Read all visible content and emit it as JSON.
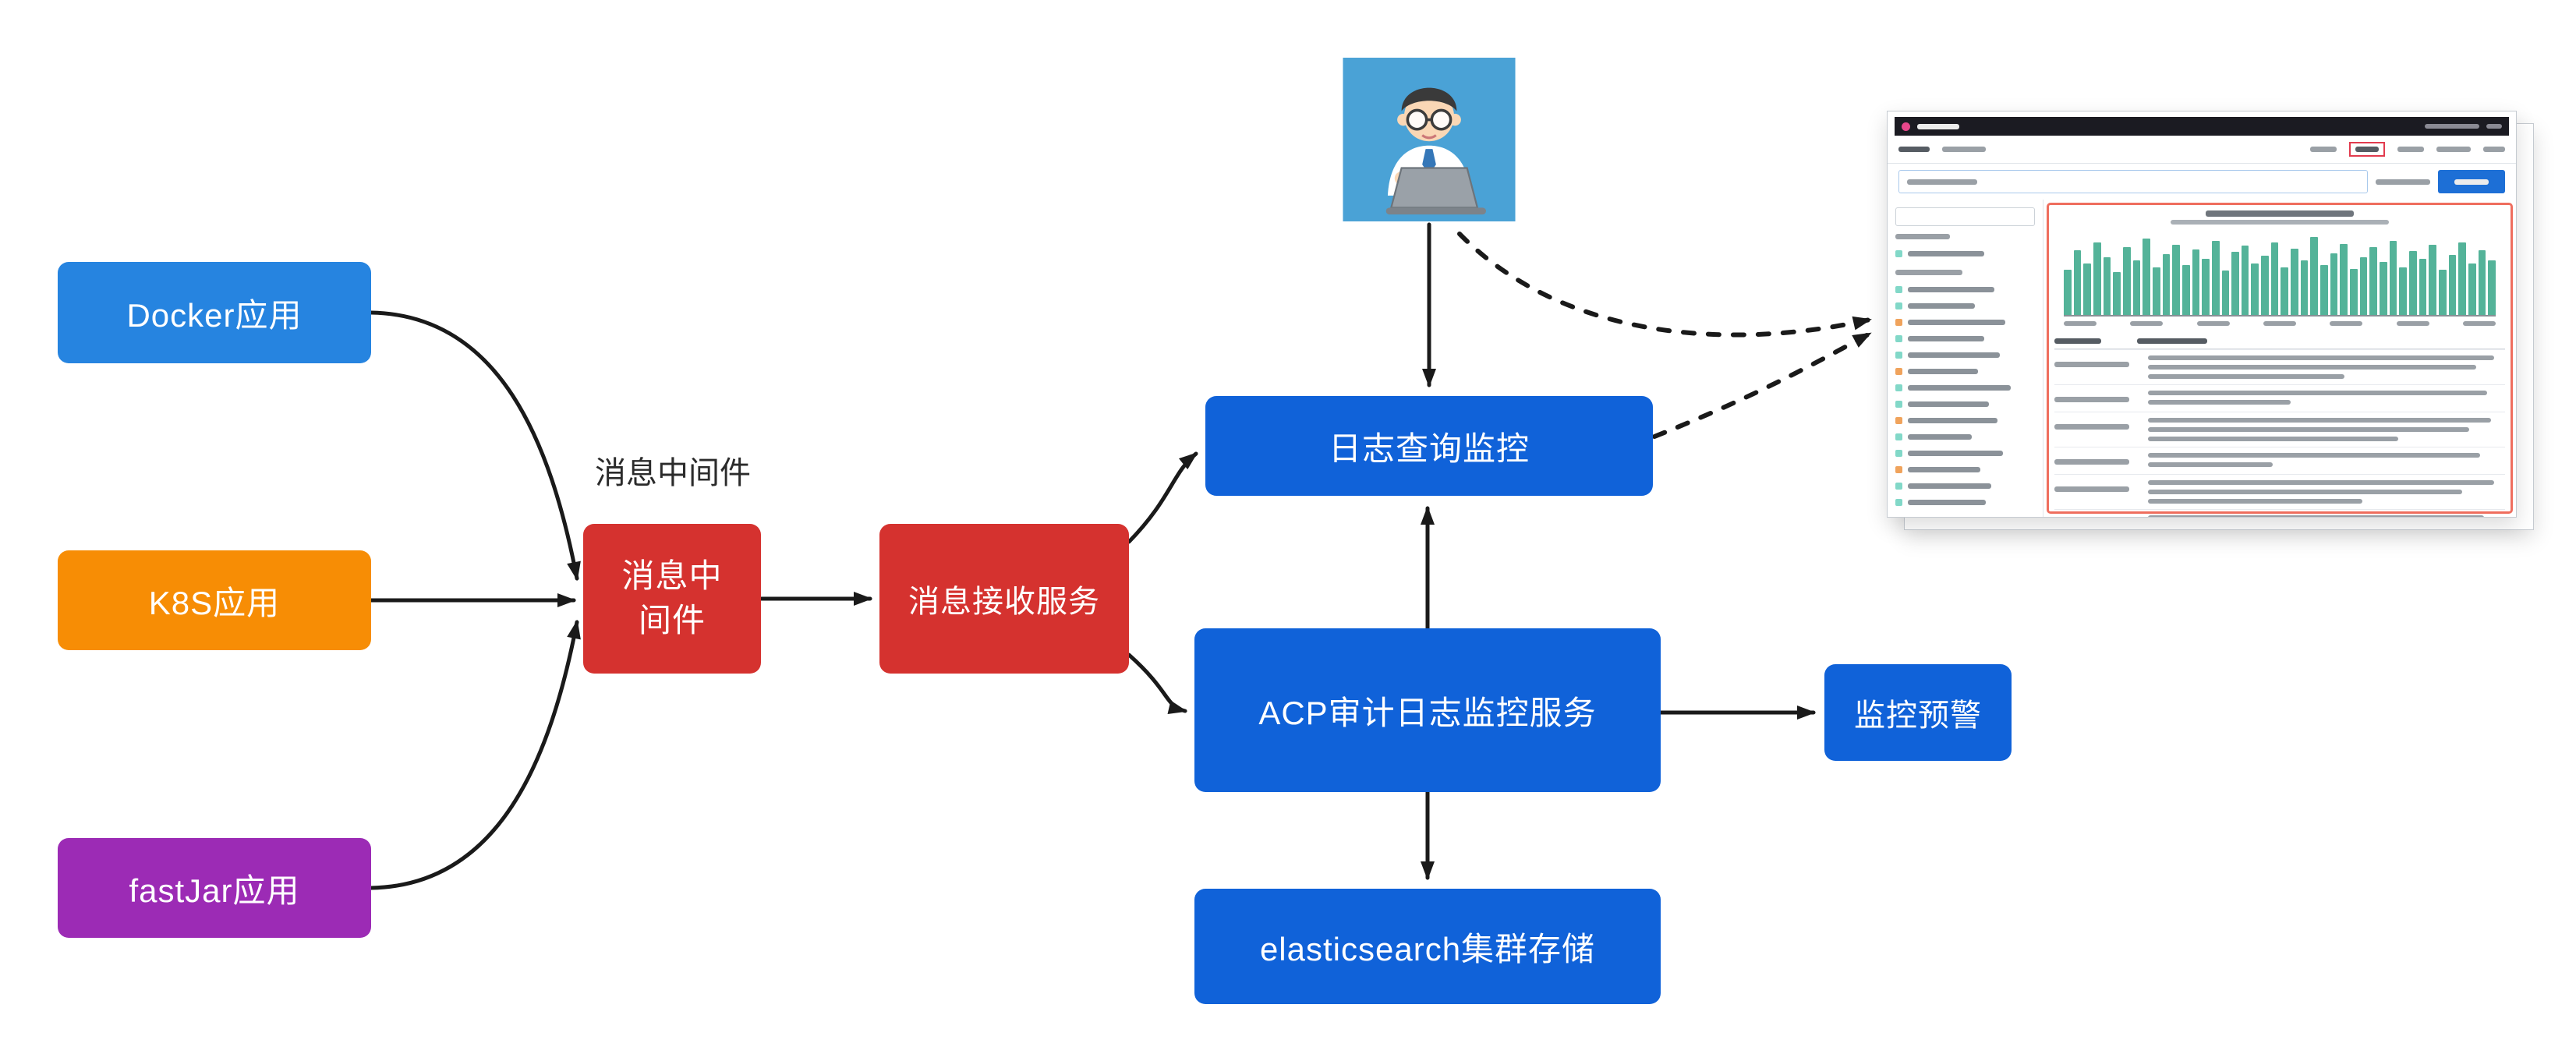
{
  "nodes": {
    "docker": {
      "label": "Docker应用",
      "color": "#2684e0"
    },
    "k8s": {
      "label": "K8S应用",
      "color": "#f78d05"
    },
    "fastjar": {
      "label": "fastJar应用",
      "color": "#9c2bb5"
    },
    "mq_caption": "消息中间件",
    "mq": {
      "label": "消息中间件",
      "color": "#d5322f"
    },
    "receiver": {
      "label": "消息接收服务",
      "color": "#d5322f"
    },
    "log_query": {
      "label": "日志查询监控",
      "color": "#1062d9"
    },
    "acp": {
      "label": "ACP审计日志监控服务",
      "color": "#1062d9"
    },
    "es": {
      "label": "elasticsearch集群存储",
      "color": "#1062d9"
    },
    "alert": {
      "label": "监控预警",
      "color": "#1062d9"
    }
  },
  "edges": [
    {
      "from": "docker",
      "to": "mq",
      "style": "solid"
    },
    {
      "from": "k8s",
      "to": "mq",
      "style": "solid"
    },
    {
      "from": "fastjar",
      "to": "mq",
      "style": "solid"
    },
    {
      "from": "mq",
      "to": "receiver",
      "style": "solid"
    },
    {
      "from": "receiver",
      "to": "log_query",
      "style": "solid"
    },
    {
      "from": "receiver",
      "to": "acp",
      "style": "solid"
    },
    {
      "from": "acp",
      "to": "log_query",
      "style": "solid"
    },
    {
      "from": "user",
      "to": "log_query",
      "style": "solid"
    },
    {
      "from": "acp",
      "to": "alert",
      "style": "solid"
    },
    {
      "from": "acp",
      "to": "es",
      "style": "solid"
    },
    {
      "from": "user",
      "to": "kibana_screenshot",
      "style": "dashed"
    },
    {
      "from": "log_query",
      "to": "kibana_screenshot",
      "style": "dashed"
    }
  ],
  "colors": {
    "line": "#1a1a1a",
    "kibana_green": "#54b399",
    "highlight_red": "#ef6e5e",
    "avatar_background": "#4aa2d6"
  },
  "kibana_preview": {
    "histogram": {
      "color": "#54b399",
      "bars": [
        55,
        78,
        62,
        88,
        70,
        52,
        82,
        66,
        92,
        58,
        74,
        85,
        60,
        79,
        68,
        90,
        54,
        76,
        84,
        62,
        72,
        88,
        58,
        80,
        66,
        94,
        60,
        75,
        86,
        56,
        70,
        82,
        64,
        90,
        58,
        77,
        68,
        85,
        55,
        73,
        88,
        62,
        78,
        66
      ]
    },
    "tick_count": 7,
    "sidebar_fields": [
      62,
      48,
      70,
      55,
      66,
      50,
      74,
      58,
      64,
      46,
      68,
      52,
      60,
      56
    ],
    "log_rows": [
      [
        97,
        92,
        55
      ],
      [
        95,
        40
      ],
      [
        96,
        90,
        70
      ],
      [
        93,
        35
      ],
      [
        97,
        88,
        60
      ],
      [
        94,
        45
      ],
      [
        96,
        85
      ]
    ]
  }
}
